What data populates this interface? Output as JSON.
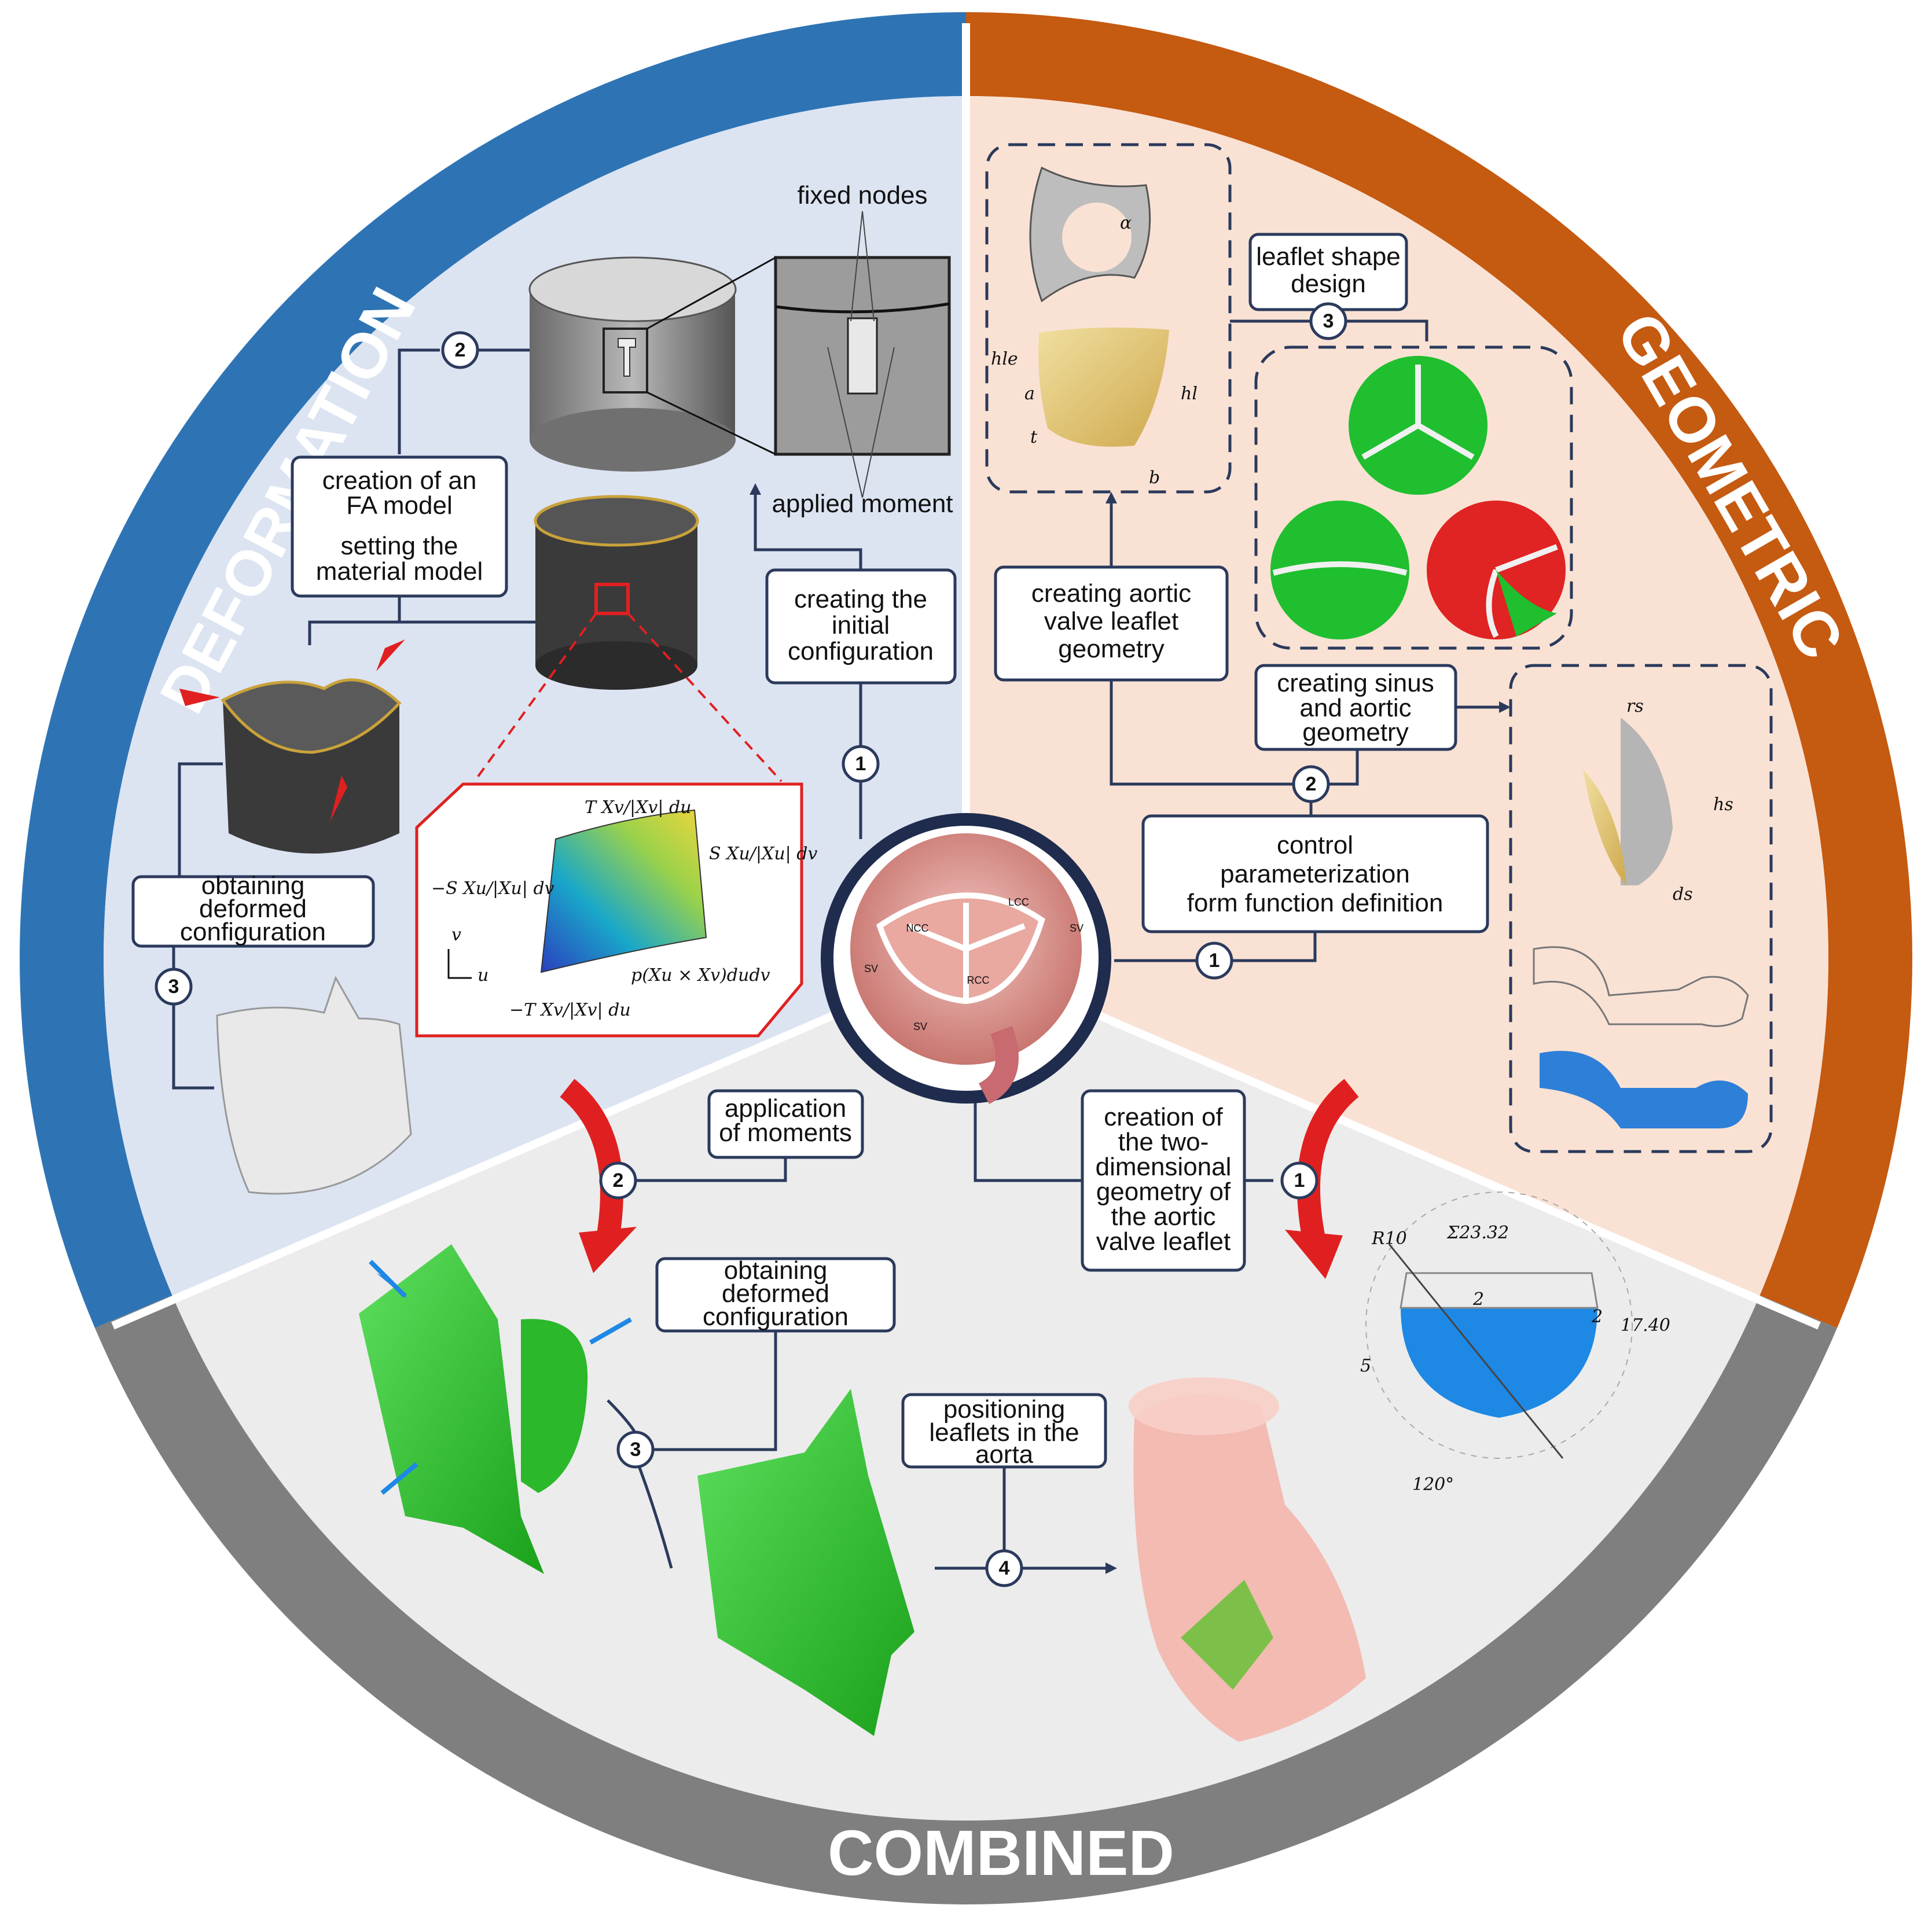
{
  "sectors": {
    "deformation": {
      "title": "DEFORMATION",
      "color": "#2e74b5",
      "bg": "#dce4f2"
    },
    "geometric": {
      "title": "GEOMETRIC",
      "color": "#c55a11",
      "bg": "#f9e2d4"
    },
    "combined": {
      "title": "COMBINED",
      "color": "#7f7f7f",
      "bg": "#ececec"
    }
  },
  "deformation": {
    "fixed_nodes": "fixed nodes",
    "applied_moment": "applied moment",
    "creating_initial": [
      "creating the",
      "initial",
      "configuration"
    ],
    "fa_model": [
      "creation of an",
      "FA model",
      "setting the",
      "material model"
    ],
    "obtaining_deformed": [
      "obtaining",
      "deformed",
      "configuration"
    ],
    "math": {
      "top": "T Xv/|Xv| du",
      "left": "−S Xu/|Xu| dv",
      "right": "S Xu/|Xu| dv",
      "bottom": "−T Xv/|Xv| du",
      "normal": "p(Xu × Xv)dudv",
      "axis_v": "v",
      "axis_u": "u"
    }
  },
  "geometric": {
    "leaflet_shape": [
      "leaflet shape",
      "design"
    ],
    "creating_aortic": [
      "creating aortic",
      "valve leaflet",
      "geometry"
    ],
    "creating_sinus": [
      "creating sinus",
      "and aortic",
      "geometry"
    ],
    "control_param": [
      "control",
      "parameterization",
      "form function definition"
    ],
    "leaflet_labels": {
      "alpha": "α",
      "hle": "hle",
      "hl": "hl",
      "a": "a",
      "t": "t",
      "b": "b"
    },
    "sinus_labels": {
      "rs": "rs",
      "hs": "hs",
      "ds": "ds"
    }
  },
  "combined": {
    "application_moments": [
      "application",
      "of moments"
    ],
    "obtaining_deformed": [
      "obtaining",
      "deformed",
      "configuration"
    ],
    "positioning": [
      "positioning",
      "leaflets in the",
      "aorta"
    ],
    "creation_2d": [
      "creation of",
      "the two-",
      "dimensional",
      "geometry of",
      "the aortic",
      "valve leaflet"
    ],
    "dims": {
      "r10": "R10",
      "sigma": "Σ23.32",
      "d17": "17.40",
      "d2": "2",
      "d2b": "2",
      "d5": "5",
      "angle": "120°"
    }
  },
  "center": {
    "labels": [
      "NCC",
      "LCC",
      "RCC",
      "SV",
      "SV",
      "SV"
    ]
  },
  "steps": [
    "1",
    "2",
    "3",
    "4"
  ]
}
